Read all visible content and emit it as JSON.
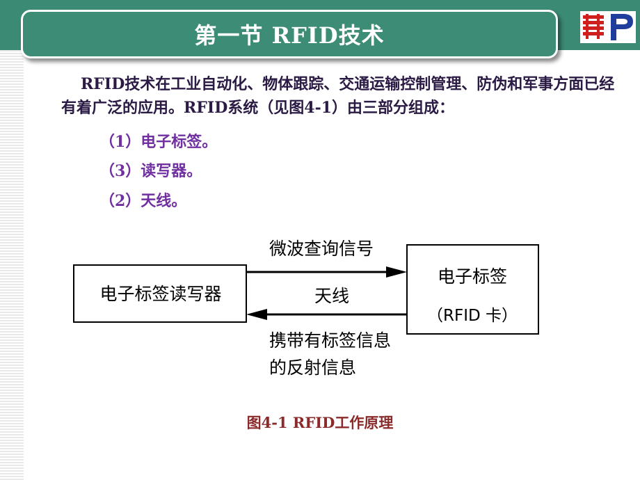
{
  "slide": {
    "title": "第一节   RFID技术",
    "intro": "RFID技术在工业自动化、物体跟踪、交通运输控制管理、防伪和军事方面已经有着广泛的应用。RFID系统（见图4-1）由三部分组成：",
    "items": [
      "（1）电子标签。",
      "（3）读写器。",
      "（2）天线。"
    ],
    "colors": {
      "header_green": "#3b8a74",
      "list_purple": "#7030a0",
      "caption_red": "#8b2a2a",
      "logo_red": "#d0201e",
      "logo_blue": "#1f3d9a"
    }
  },
  "diagram": {
    "reader_label": "电子标签读写器",
    "tag_label": "电子标签",
    "tag_sublabel": "（RFID 卡）",
    "query_label": "微波查询信号",
    "antenna_label": "天线",
    "response_label_line1": "携带有标签信息",
    "response_label_line2": "的反射信息",
    "caption": "图4-1   RFID工作原理"
  }
}
